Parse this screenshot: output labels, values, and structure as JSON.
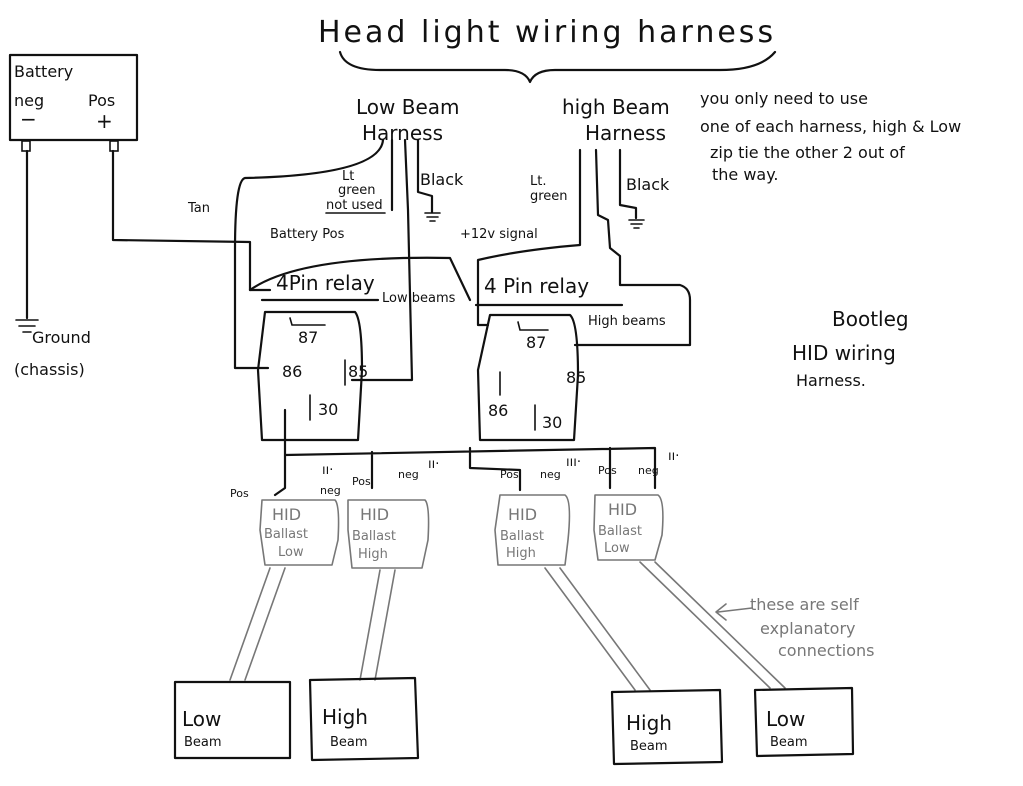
{
  "title": "Head light wiring harness",
  "battery": {
    "label": "Battery",
    "neg": "neg",
    "neg_sign": "−",
    "pos": "Pos",
    "pos_sign": "+"
  },
  "ground": {
    "label": "Ground",
    "sub": "(chassis)"
  },
  "harnesses": {
    "low": {
      "title_line1": "Low Beam",
      "title_line2": "Harness",
      "wire_green_1": "Lt",
      "wire_green_2": "green",
      "wire_green_3": "not used",
      "wire_black": "Black",
      "wire_tan": "Tan"
    },
    "high": {
      "title_line1": "high Beam",
      "title_line2": "Harness",
      "wire_green_1": "Lt.",
      "wire_green_2": "green",
      "wire_black": "Black"
    }
  },
  "note": {
    "line1": "you only need to use",
    "line2": "one of each harness, high & Low",
    "line3": "zip tie the other 2 out of",
    "line4": "the way."
  },
  "signals": {
    "battery_pos": "Battery Pos",
    "plus12v": "+12v signal",
    "low_beams": "Low beams",
    "high_beams": "High beams"
  },
  "relays": [
    {
      "title": "4Pin relay",
      "pin87": "87",
      "pin86": "86",
      "pin85": "85",
      "pin30": "30"
    },
    {
      "title": "4 Pin relay",
      "pin87": "87",
      "pin86": "86",
      "pin85": "85",
      "pin30": "30"
    }
  ],
  "ballasts": [
    {
      "line1": "HID",
      "line2": "Ballast",
      "line3": "Low",
      "pos": "Pos",
      "neg": "neg",
      "marks": "ıı·"
    },
    {
      "line1": "HID",
      "line2": "Ballast",
      "line3": "High",
      "pos": "Pos",
      "neg": "neg",
      "marks": "ıı·"
    },
    {
      "line1": "HID",
      "line2": "Ballast",
      "line3": "High",
      "pos": "Pos",
      "neg": "neg",
      "marks": "ııı·"
    },
    {
      "line1": "HID",
      "line2": "Ballast",
      "line3": "Low",
      "pos": "Pos",
      "neg": "neg",
      "marks": "ıı·"
    }
  ],
  "lamps": [
    {
      "line1": "Low",
      "line2": "Beam"
    },
    {
      "line1": "High",
      "line2": "Beam"
    },
    {
      "line1": "High",
      "line2": "Beam"
    },
    {
      "line1": "Low",
      "line2": "Beam"
    }
  ],
  "callout": {
    "line1": "these are self",
    "line2": "explanatory",
    "line3": "connections"
  },
  "caption": {
    "line1": "Bootleg",
    "line2": "HID wiring",
    "line3": "Harness."
  },
  "colors": {
    "ink": "#111111",
    "ballast_ink": "#777777",
    "paper": "#ffffff"
  }
}
